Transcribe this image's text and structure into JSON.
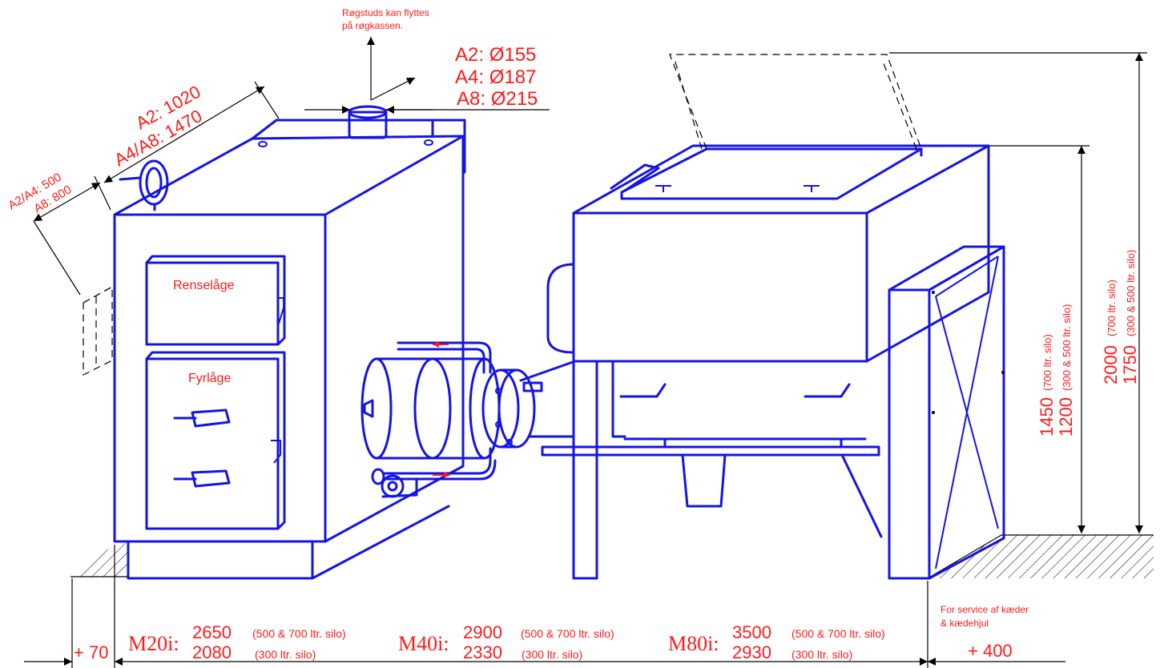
{
  "chimney": {
    "note_line1": "Røgstuds kan flyttes",
    "note_line2": "på røgkassen.",
    "dia_a2": "A2: Ø155",
    "dia_a4": "A4: Ø187",
    "dia_a8": "A8: Ø215"
  },
  "boiler": {
    "depth_a2": "A2: 1020",
    "depth_a4a8": "A4/A8: 1470",
    "width_a2a4": "A2/A4: 500",
    "width_a8": "A8: 800",
    "door_clean": "Renselåge",
    "door_fire": "Fyrlåge"
  },
  "heights": {
    "h1_main": "1450",
    "h1_note": "(700 ltr. silo)",
    "h2_main": "1200",
    "h2_note": "(300 & 500 ltr. silo)",
    "h3_main": "2000",
    "h3_note": "(700 ltr. silo)",
    "h4_main": "1750",
    "h4_note": "(300 & 500 ltr. silo)"
  },
  "lengths": {
    "offset": "+ 70",
    "m20_label": "M20i:",
    "m20_a": "2650",
    "m20_a_note": "(500 & 700 ltr. silo)",
    "m20_b": "2080",
    "m20_b_note": "(300 ltr. silo)",
    "m40_label": "M40i:",
    "m40_a": "2900",
    "m40_a_note": "(500 & 700 ltr. silo)",
    "m40_b": "2330",
    "m40_b_note": "(300 ltr. silo)",
    "m80_label": "M80i:",
    "m80_a": "3500",
    "m80_a_note": "(500 & 700 ltr. silo)",
    "m80_b": "2930",
    "m80_b_note": "(300 ltr. silo)"
  },
  "service": {
    "line1": "For service af kæder",
    "line2": "& kædehjul",
    "value": "+ 400"
  }
}
